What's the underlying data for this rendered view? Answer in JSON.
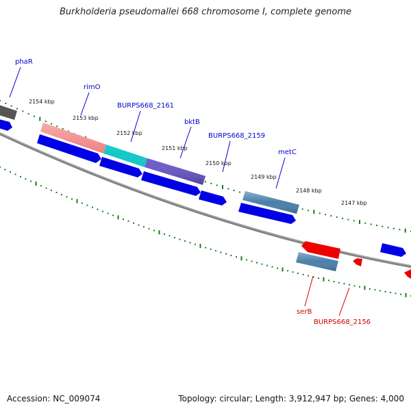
{
  "title": "Burkholderia pseudomallei 668 chromosome I, complete genome",
  "footer": {
    "accession": "Accession: NC_009074",
    "summary": "Topology: circular; Length: 3,912,947 bp; Genes: 4,000"
  },
  "colors": {
    "backbone": "#808080",
    "forward_label": "#0000cc",
    "reverse_label": "#cc0000",
    "tick": "#1a7a1a",
    "cds": "#0000e6",
    "gene_red": "#ee0000",
    "gene_grey": "#555555",
    "gene_pink": "#f08080",
    "gene_cyan": "#10c8c8",
    "gene_purple": "#6a5acd",
    "gene_steel": "#4a7faa"
  },
  "kbp_labels": [
    "2154 kbp",
    "2153 kbp",
    "2152 kbp",
    "2151 kbp",
    "2150 kbp",
    "2149 kbp",
    "2148 kbp",
    "2147 kbp"
  ],
  "forward_labels": [
    "phaR",
    "rimO",
    "BURPS668_2161",
    "bktB",
    "BURPS668_2159",
    "metC"
  ],
  "reverse_labels": [
    "serB",
    "BURPS668_2156"
  ]
}
